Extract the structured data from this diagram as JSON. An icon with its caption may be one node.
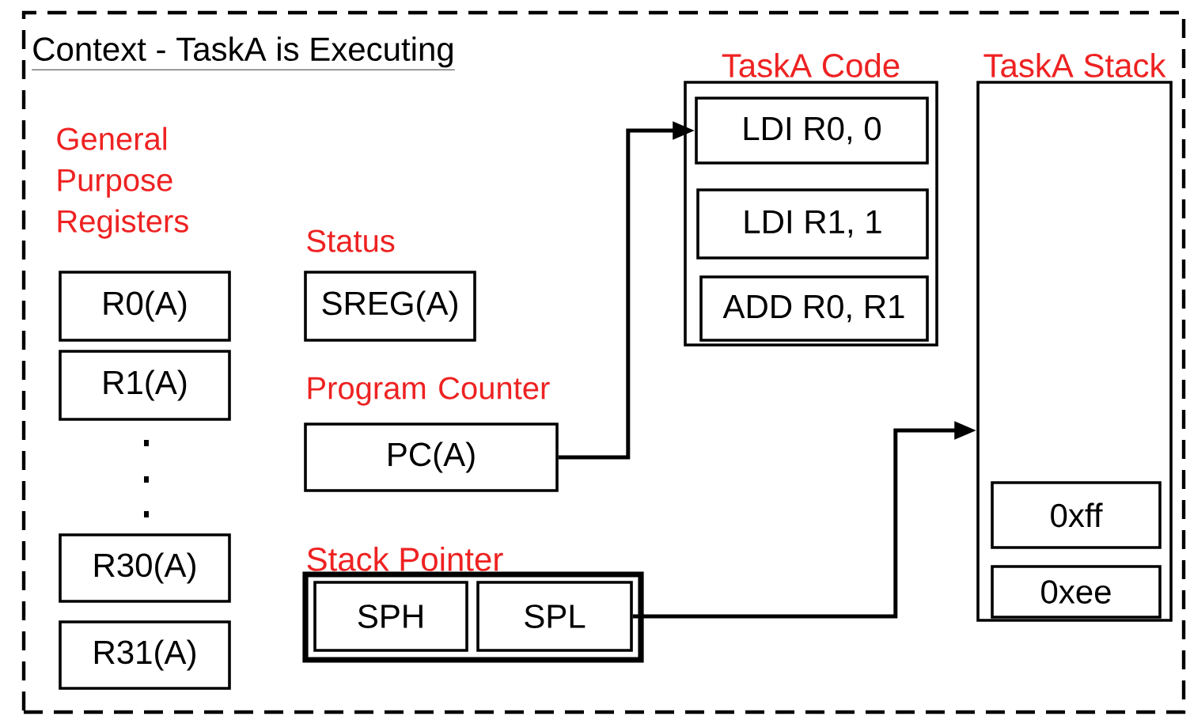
{
  "diagram": {
    "nodes": [
      {
        "text": [
          "Context - TaskA is Executing"
        ]
      },
      {
        "text": [
          "R0(A)"
        ],
        "in": 0,
        "beside": [
          "General Purpose Registers"
        ]
      },
      {
        "text": [
          "R1(A)"
        ],
        "in": 0
      },
      {
        "text": [
          "R30(A)"
        ],
        "in": 0
      },
      {
        "text": [
          "R31(A)"
        ],
        "in": 0
      },
      {
        "text": [
          "SREG(A)"
        ],
        "in": 0,
        "beside": [
          "Status"
        ]
      },
      {
        "text": [
          "PC(A)"
        ],
        "in": 0,
        "beside": [
          "Program Counter"
        ]
      },
      {
        "text": [
          "Stack Pointer"
        ],
        "in": 0
      },
      {
        "text": [
          "SPH"
        ],
        "in": 7
      },
      {
        "text": [
          "SPL"
        ],
        "in": 7
      },
      {
        "text": [
          "TaskA Code"
        ],
        "in": 0
      },
      {
        "text": [
          "LDI R0, 0"
        ],
        "in": 10
      },
      {
        "text": [
          "LDI R1, 1"
        ],
        "in": 10
      },
      {
        "text": [
          "ADD R0, R1"
        ],
        "in": 10
      },
      {
        "text": [
          "TaskA Stack"
        ],
        "in": 0
      },
      {
        "text": [
          "0xff"
        ],
        "in": 14
      },
      {
        "text": [
          "0xee"
        ],
        "in": 14
      }
    ],
    "edges": [
      {
        "from": 6,
        "to": 11,
        "arrow": "to"
      },
      {
        "from": 9,
        "to": 14,
        "arrow": "to"
      }
    ]
  }
}
